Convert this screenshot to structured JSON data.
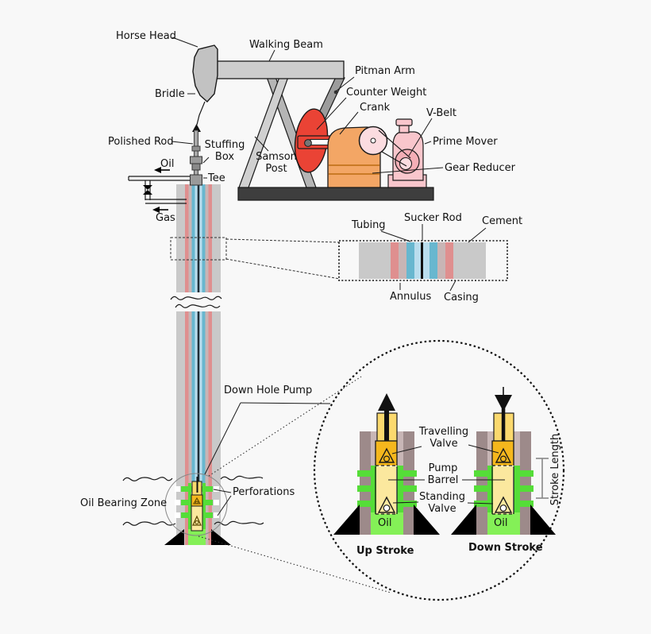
{
  "surface": {
    "horse_head": "Horse Head",
    "walking_beam": "Walking Beam",
    "pitman_arm": "Pitman Arm",
    "counter_weight": "Counter Weight",
    "crank": "Crank",
    "v_belt": "V-Belt",
    "prime_mover": "Prime Mover",
    "gear_reducer": "Gear Reducer",
    "samson_post_line1": "Samson",
    "samson_post_line2": "Post",
    "bridle": "Bridle",
    "polished_rod": "Polished Rod",
    "stuffing_box_line1": "Stuffing",
    "stuffing_box_line2": "Box",
    "oil": "Oil",
    "tee": "Tee",
    "gas": "Gas"
  },
  "cross_section": {
    "tubing": "Tubing",
    "sucker_rod": "Sucker Rod",
    "cement": "Cement",
    "annulus": "Annulus",
    "casing": "Casing"
  },
  "downhole": {
    "down_hole_pump": "Down Hole Pump",
    "perforations": "Perforations",
    "oil_bearing_zone": "Oil Bearing Zone"
  },
  "inset": {
    "travelling_valve_line1": "Travelling",
    "travelling_valve_line2": "Valve",
    "pump_barrel_line1": "Pump",
    "pump_barrel_line2": "Barrel",
    "standing_valve_line1": "Standing",
    "standing_valve_line2": "Valve",
    "oil_left": "Oil",
    "oil_right": "Oil",
    "up_stroke": "Up Stroke",
    "down_stroke": "Down Stroke",
    "stroke_length": "Stroke Length"
  },
  "colors": {
    "bg": "#f8f8f8",
    "ink": "#1a1a1a",
    "steel_light": "#d0d0d0",
    "steel_mid": "#b5b5b5",
    "steel_beam": "#cdcdcd",
    "steel_dark": "#9c9c9c",
    "head_gray": "#c2c2c2",
    "base_dark": "#3e3e3e",
    "red": "#ea4335",
    "orange": "#f3a665",
    "orange_line": "#c4741d",
    "pink": "#f9c6cc",
    "pink_light": "#fbdce0",
    "pink_mid": "#f4aeb6",
    "cement_gray": "#c9c9c9",
    "salmon": "#df8f8f",
    "annulus_pink": "#c8b5b5",
    "teal": "#68b7cf",
    "tube_blue": "#badded",
    "rod_dark": "#1f2d36",
    "green": "#55dd38",
    "green_light": "#84f057",
    "wall_mauve": "#9d8a8a",
    "wall_light": "#c8b6b6",
    "rod_yellow": "#fbd96e",
    "valve_orange": "#f5b71d",
    "barrel_yellow": "#fbe89e"
  }
}
